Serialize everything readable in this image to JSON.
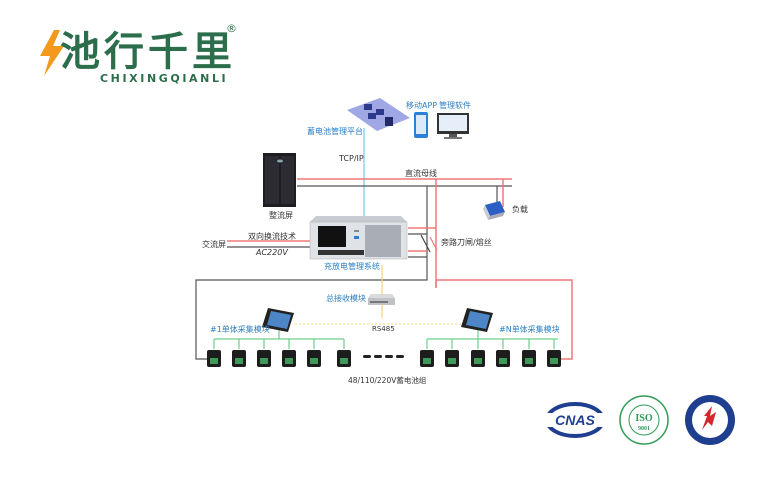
{
  "logo": {
    "name_cn": "池行千里",
    "name_en": "CHIXINGQIANLI",
    "registered_mark": "®"
  },
  "diagram": {
    "platform_label": "蓄电池管理平台",
    "mobile_app_label": "移动APP",
    "management_software_label": "管理软件",
    "tcpip_label": "TCP/IP",
    "dc_bus_label": "直流母线",
    "rectifier_label": "整流屏",
    "load_label": "负载",
    "bidirectional_label": "双向换流技术",
    "ac_screen_label": "交流屏",
    "ac220v_label": "AC220V",
    "bypass_label": "旁路刀闸/熔丝",
    "charge_discharge_label": "充放电管理系统",
    "receiver_label": "总接收模块",
    "rs485_label": "RS485",
    "module1_label": "#1单体采集模块",
    "moduleN_label": "#N单体采集模块",
    "battery_group_label": "48/110/220V蓄电池组",
    "battery_count_each_side": 6,
    "colors": {
      "positive_line": "#f0787a",
      "negative_line": "#555555",
      "network_line": "#8fd3ea",
      "rs485_line": "#f2d37c",
      "sensor_bus": "#6fcf8a",
      "label_blue": "#2a7fc6",
      "logo_green": "#2c6e4b",
      "logo_orange": "#f39a1e"
    }
  },
  "certifications": [
    {
      "name": "CNAS",
      "text": "CNAS"
    },
    {
      "name": "ISO 9001",
      "text": "ISO",
      "sub": "9001"
    },
    {
      "name": "High-tech enterprise",
      "text": ""
    }
  ]
}
